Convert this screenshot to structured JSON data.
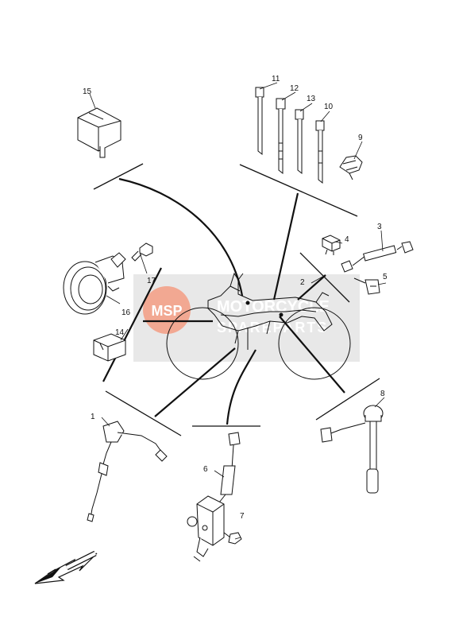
{
  "callouts": [
    "1",
    "2",
    "3",
    "4",
    "5",
    "6",
    "7",
    "8",
    "9",
    "10",
    "11",
    "12",
    "13",
    "14",
    "15",
    "16",
    "17"
  ],
  "watermark": {
    "logo": "MSP",
    "line1": "MOTORCYCLE",
    "line2": "SPAREPARTS"
  },
  "colors": {
    "line": "#111111",
    "watermark_logo": "#e8623a",
    "watermark_bg": "#d7d7d7"
  },
  "icons": [
    "direction-arrow-icon"
  ]
}
